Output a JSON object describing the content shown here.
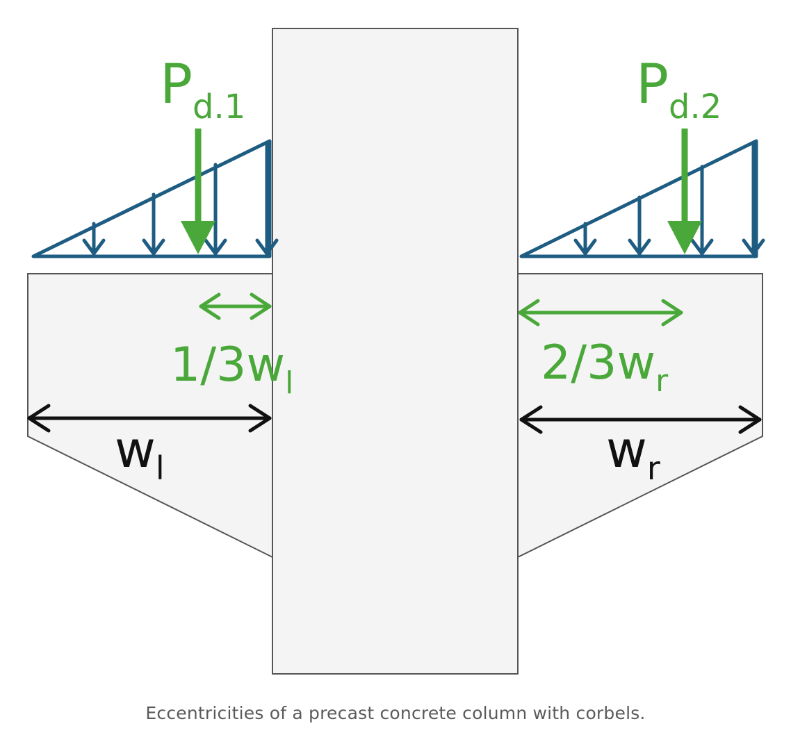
{
  "labels": {
    "load_left": {
      "main": "P",
      "sub": "d.1"
    },
    "load_right": {
      "main": "P",
      "sub": "d.2"
    },
    "ecc_left": {
      "main": "1/3w",
      "sub": "l"
    },
    "ecc_right": {
      "main": "2/3w",
      "sub": "r"
    },
    "width_left": {
      "main": "w",
      "sub": "l"
    },
    "width_right": {
      "main": "w",
      "sub": "r"
    }
  },
  "caption": "Eccentricities of a precast concrete column with corbels.",
  "colors": {
    "concrete_fill": "#f4f4f4",
    "outline": "#555555",
    "distributed_load": "#1e5c82",
    "point_load": "#4aa83a",
    "dimension": "#111111",
    "caption_text": "#5a5a5a"
  }
}
